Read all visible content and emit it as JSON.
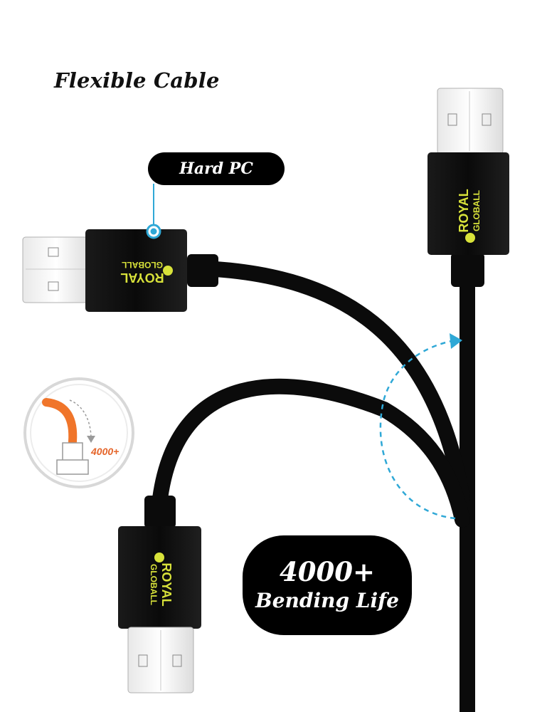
{
  "title": "Flexible Cable",
  "callout_label": "Hard PC",
  "badge": {
    "count": "4000+",
    "caption": "Bending Life"
  },
  "inset": {
    "count": "4000+"
  },
  "brand": {
    "line1": "ROYAL",
    "line2": "GLOBALL"
  },
  "colors": {
    "cable": "#0b0b0b",
    "brand_text": "#d8e23a",
    "accent_dashed": "#2fa8d6",
    "inset_orange": "#f0752a"
  }
}
